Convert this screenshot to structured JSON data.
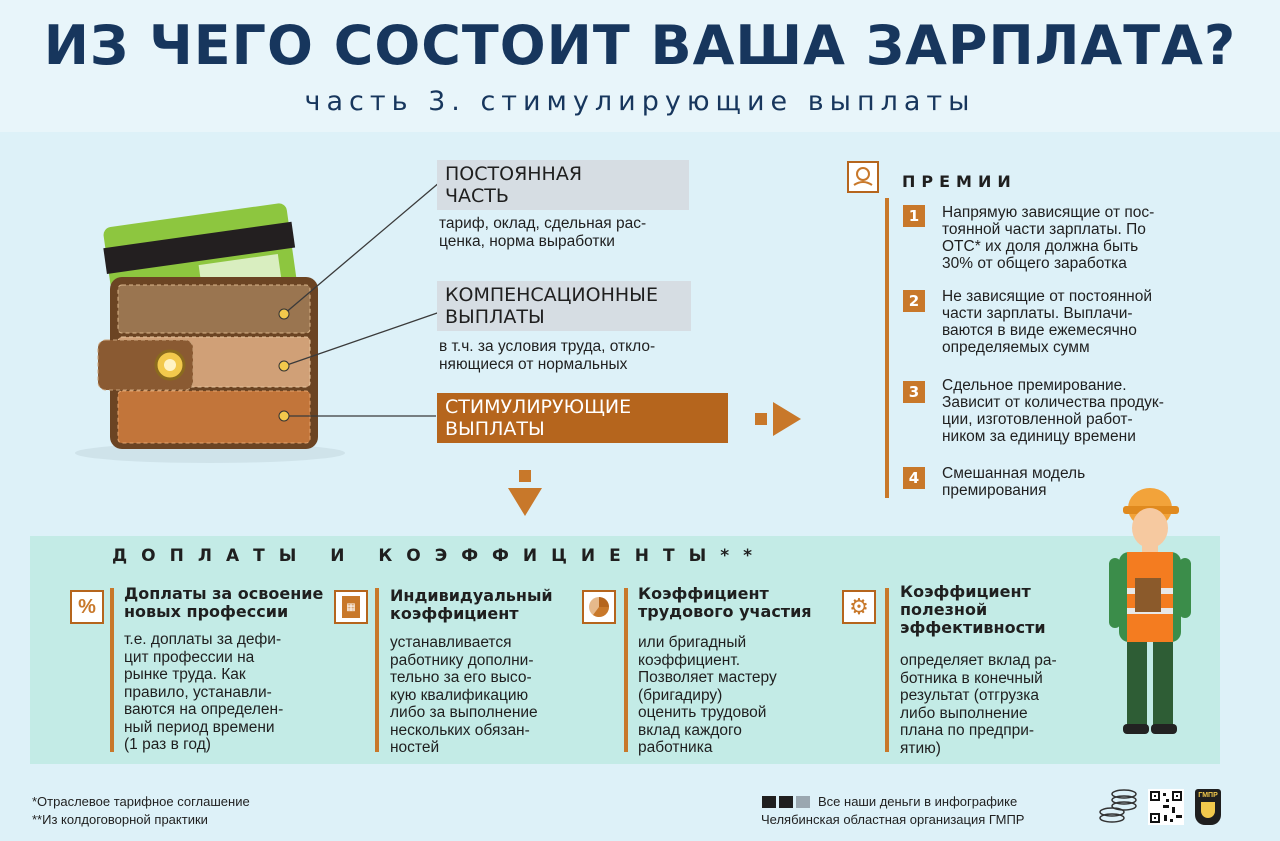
{
  "header": {
    "title": "ИЗ ЧЕГО СОСТОИТ ВАША ЗАРПЛАТА?",
    "subtitle": "часть 3. стимулирующие выплаты"
  },
  "parts": [
    {
      "title": "ПОСТОЯННАЯ\nЧАСТЬ",
      "text": "тариф, оклад, сдельная рас-\nценка, норма выработки"
    },
    {
      "title": "КОМПЕНСАЦИОННЫЕ\nВЫПЛАТЫ",
      "text": "в т.ч. за условия труда, откло-\nняющиеся от нормальных"
    },
    {
      "title": "СТИМУЛИРУЮЩИЕ\nВЫПЛАТЫ"
    }
  ],
  "premii": {
    "title": "ПРЕМИИ",
    "items": [
      {
        "num": "1",
        "text": "Напрямую зависящие от пос-\nтоянной части зарплаты. По\nОТС* их доля должна быть\n30% от общего заработка"
      },
      {
        "num": "2",
        "text": "Не зависящие от постоянной\nчасти зарплаты. Выплачи-\nваются в виде ежемесячно\nопределяемых сумм"
      },
      {
        "num": "3",
        "text": "Сдельное премирование.\nЗависит от количества продук-\nции, изготовленной работ-\nником за единицу времени"
      },
      {
        "num": "4",
        "text": "Смешанная модель\nпремирования"
      }
    ]
  },
  "doplaty": {
    "title": "ДОПЛАТЫ И КОЭФФИЦИЕНТЫ**",
    "columns": [
      {
        "icon": "percent-icon",
        "title": "Доплаты за освоение\nновых профессии",
        "text": "т.е. доплаты за дефи-\nцит профессии на\nрынке труда. Как\nправило, устанавли-\nваются на определен-\nный период времени\n(1 раз в год)"
      },
      {
        "icon": "calculator-icon",
        "title": "Индивидуальный\nкоэффициент",
        "text": "устанавливается\nработнику дополни-\nтельно за его высо-\nкую квалификацию\nлибо за выполнение\nнескольких обязан-\nностей"
      },
      {
        "icon": "pie-chart-icon",
        "title": "Коэффициент\nтрудового участия",
        "text": "или бригадный\nкоэффициент.\nПозволяет мастеру\n(бригадиру)\nоценить трудовой\nвклад каждого\nработника"
      },
      {
        "icon": "gear-icon",
        "title": "Коэффициент\nполезной\nэффективности",
        "text": "определяет вклад ра-\nботника в конечный\nрезультат (отгрузка\nлибо выполнение\nплана по предпри-\nятию)"
      }
    ]
  },
  "footer": {
    "note1": "*Отраслевое тарифное соглашение",
    "note2": "**Из колдоговорной практики",
    "tagline": "Все наши деньги в инфографике",
    "org": "Челябинская областная организация ГМПР",
    "logo_text": "ГМПР"
  },
  "colors": {
    "navy": "#17365d",
    "orange": "#c8782a",
    "dark_orange": "#b5651d",
    "mint": "#c3ebe6"
  }
}
